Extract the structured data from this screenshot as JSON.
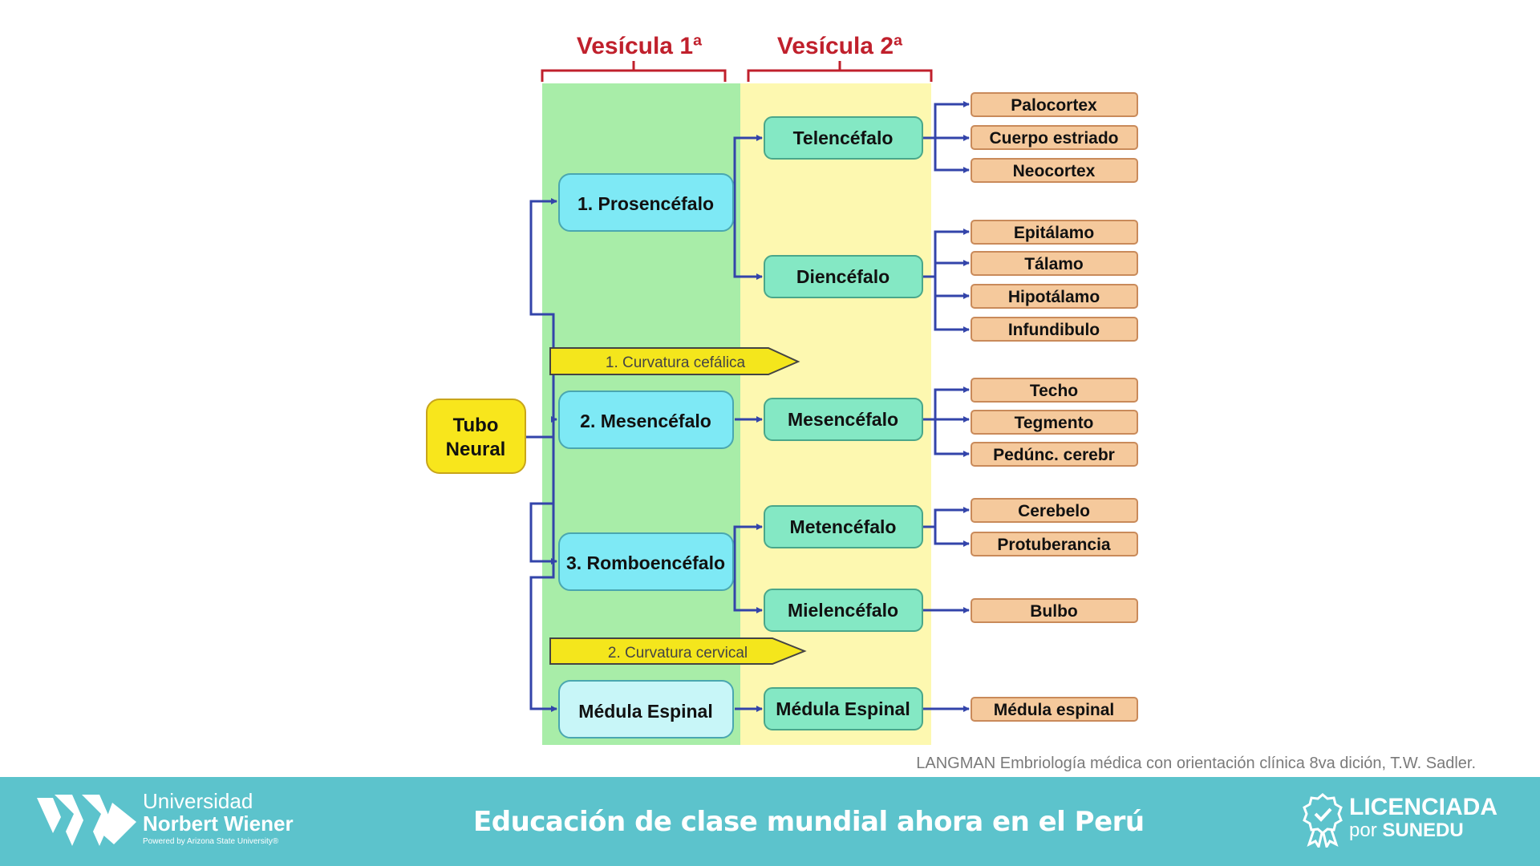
{
  "diagram": {
    "headers": {
      "vesicula1": "Vesícula 1ª",
      "vesicula2": "Vesícula 2ª"
    },
    "root": {
      "line1": "Tubo",
      "line2": "Neural"
    },
    "primary": {
      "prosencefalo": "1. Prosencéfalo",
      "mesencefalo": "2. Mesencéfalo",
      "romboencefalo": "3. Romboencéfalo",
      "medula": "Médula Espinal"
    },
    "secondary": {
      "telencefalo": "Telencéfalo",
      "diencefalo": "Diencéfalo",
      "mesencefalo": "Mesencéfalo",
      "metencefalo": "Metencéfalo",
      "mielencefalo": "Mielencéfalo",
      "medula": "Médula Espinal"
    },
    "derivatives": {
      "palocortex": "Palocortex",
      "cuerpo_estriado": "Cuerpo estriado",
      "neocortex": "Neocortex",
      "epitalamo": "Epitálamo",
      "talamo": "Tálamo",
      "hipotalamo": "Hipotálamo",
      "infundibulo": "Infundibulo",
      "techo": "Techo",
      "tegmento": "Tegmento",
      "pedunc": "Pedúnc. cerebr",
      "cerebelo": "Cerebelo",
      "protuberancia": "Protuberancia",
      "bulbo": "Bulbo",
      "medula_espinal": "Médula espinal"
    },
    "curvatures": {
      "cefalica": "1. Curvatura cefálica",
      "cervical": "2. Curvatura cervical"
    },
    "colors": {
      "vesicula1_band": "#a8eda8",
      "vesicula2_band": "#fdf8b0",
      "primary_box": "#7ee9f5",
      "secondary_box": "#84e8c4",
      "derivative_box": "#f5c99c",
      "root_box": "#f8e61c",
      "arrow": "#3344aa",
      "header": "#c0202c"
    }
  },
  "citation": "LANGMAN Embriología médica con orientación clínica 8va dición, T.W. Sadler.",
  "footer": {
    "university": {
      "line1": "Universidad",
      "line2": "Norbert Wiener",
      "line3": "Powered by Arizona State University®"
    },
    "tagline": "Educación de clase mundial ahora en el Perú",
    "license": {
      "line1": "LICENCIADA",
      "line2_prefix": "por ",
      "line2_bold": "SUNEDU"
    },
    "color": "#5cc3cc"
  }
}
